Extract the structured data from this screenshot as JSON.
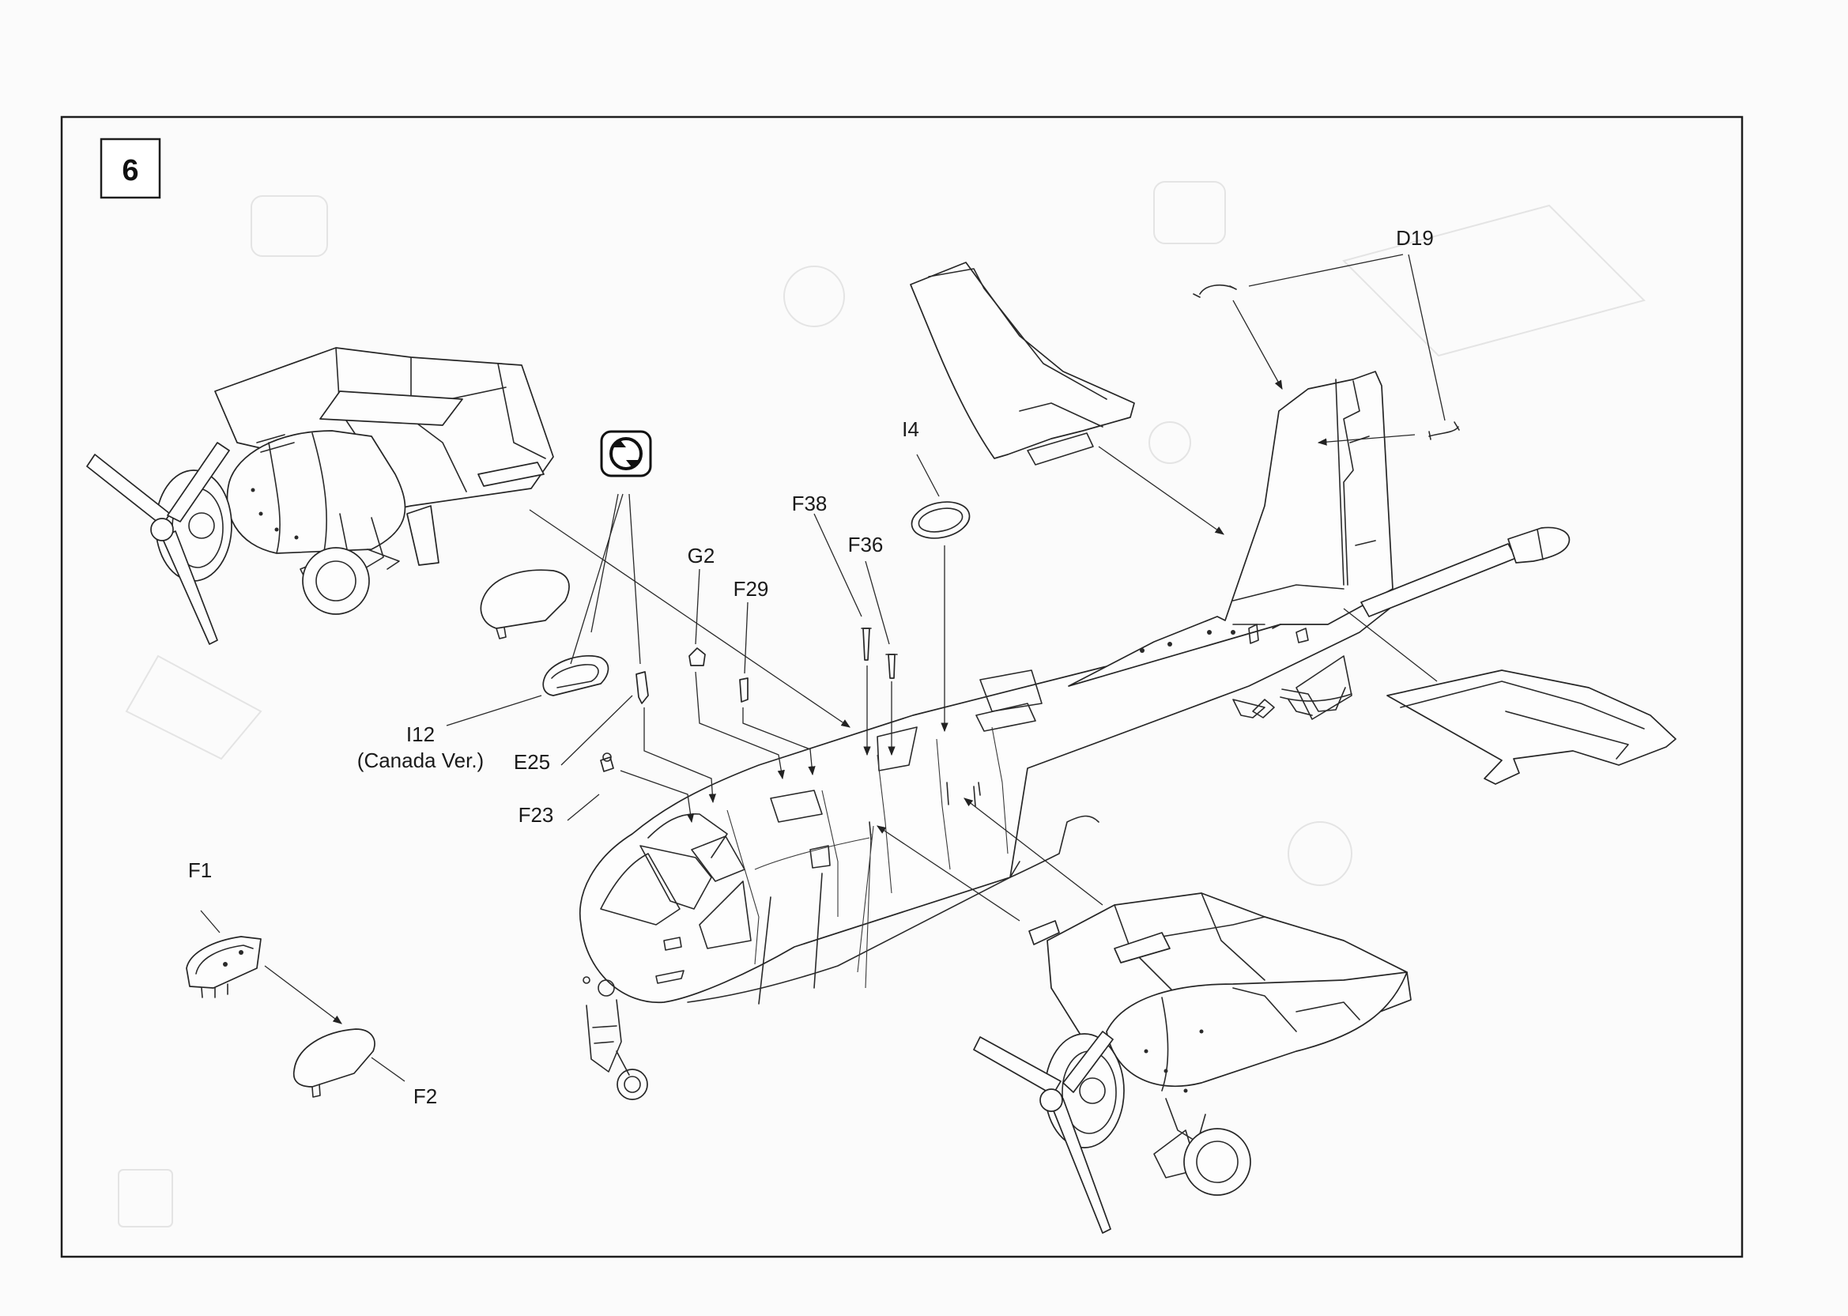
{
  "step": {
    "number": "6"
  },
  "callouts": {
    "d19": "D19",
    "i4": "I4",
    "f38": "F38",
    "f36": "F36",
    "g2": "G2",
    "f29": "F29",
    "i12": "I12",
    "canada_ver": "(Canada Ver.)",
    "e25": "E25",
    "f23": "F23",
    "f1": "F1",
    "f2": "F2"
  },
  "icons": {
    "option_symbol": "flip-both-sides-icon"
  }
}
